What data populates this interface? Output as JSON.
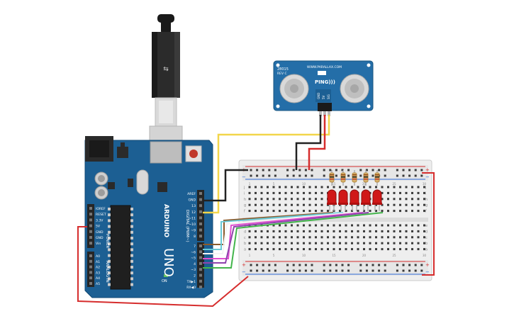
{
  "arduino": {
    "brand": "ARDUINO",
    "model": "UNO",
    "on_label": "ON",
    "power_header": "POWER",
    "analog_header": "ANALOG IN",
    "digital_header": "DIGITAL (PWM~)",
    "top_pins": [
      "AREF",
      "GND",
      "13",
      "12",
      "~11",
      "~10",
      "~9",
      "8"
    ],
    "mid_pins": [
      "7",
      "~6",
      "~5",
      "4",
      "~3",
      "2",
      "TX▶1",
      "RX◀0"
    ],
    "power_pins": [
      "IOREF",
      "RESET",
      "3.3V",
      "5V",
      "GND",
      "GND",
      "Vin"
    ],
    "analog_pins": [
      "A0",
      "A1",
      "A2",
      "A3",
      "A4",
      "A5"
    ]
  },
  "sensor": {
    "part_number": "28015",
    "rev": "REV C",
    "url": "WWW.PARALLAX.COM",
    "name": "PING)))",
    "pins": [
      "GND",
      "5V",
      "SIG"
    ]
  },
  "breadboard": {
    "col_numbers": [
      "1",
      "5",
      "10",
      "15",
      "20",
      "25",
      "30"
    ],
    "top_rows": [
      "j",
      "i",
      "h",
      "g",
      "f"
    ],
    "bottom_rows": [
      "e",
      "d",
      "c",
      "b",
      "a"
    ],
    "plus": "+",
    "minus": "−"
  },
  "wires": {
    "colors": {
      "yellow": "#f2d64b",
      "black": "#222222",
      "red": "#d62d2d",
      "brown": "#8a5a2b",
      "cyan": "#68c9d6",
      "pink": "#e050d0",
      "purple": "#8e44ad",
      "green": "#43b54b",
      "white": "#f4f4f4"
    }
  },
  "leds": {
    "count": 5,
    "color": "#d01818"
  }
}
